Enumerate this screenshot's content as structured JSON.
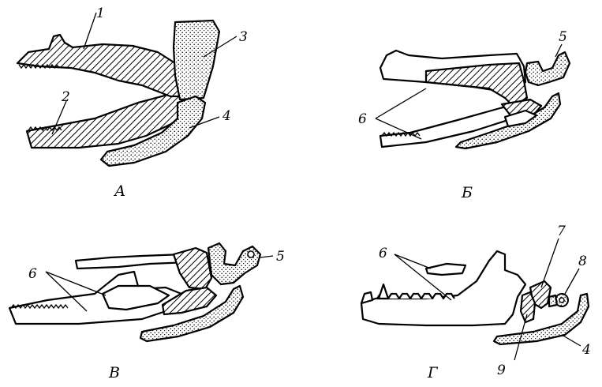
{
  "panels": {
    "a": {
      "letter": "А"
    },
    "b": {
      "letter": "Б"
    },
    "c": {
      "letter": "В"
    },
    "d": {
      "letter": "Г"
    }
  },
  "labels": {
    "a1": "1",
    "a2": "2",
    "a3": "3",
    "a4": "4",
    "b5": "5",
    "b6": "6",
    "c5": "5",
    "c6": "6",
    "d6": "6",
    "d7": "7",
    "d8": "8",
    "d9": "9",
    "d4": "4"
  },
  "fills": {
    "hatch": "#000000",
    "stipple": "#000000",
    "outline": "#000000"
  }
}
